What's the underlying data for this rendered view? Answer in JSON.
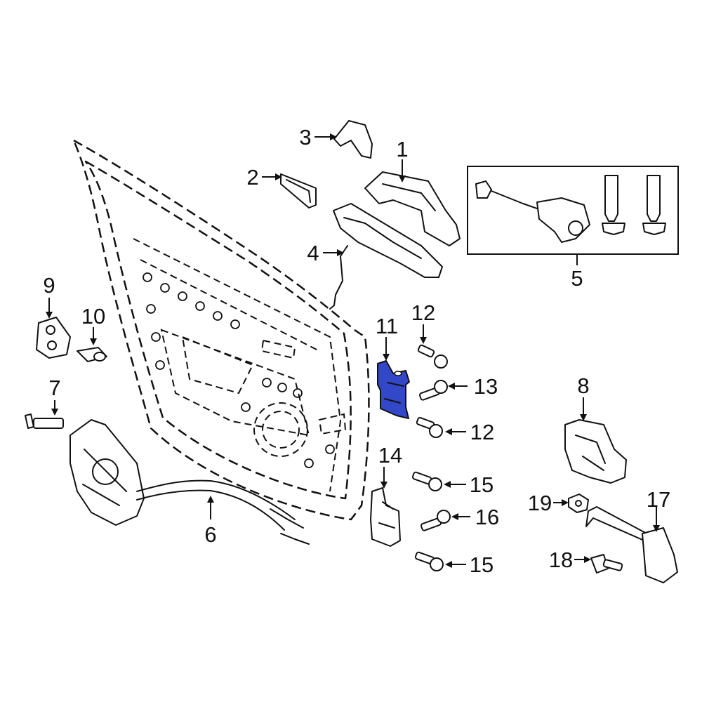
{
  "colors": {
    "highlight": "#3248c9",
    "line": "#111111",
    "background": "#ffffff"
  },
  "callouts": {
    "c1": "1",
    "c2": "2",
    "c3": "3",
    "c4": "4",
    "c5": "5",
    "c6": "6",
    "c7": "7",
    "c8": "8",
    "c9": "9",
    "c10": "10",
    "c11": "11",
    "c12a": "12",
    "c12b": "12",
    "c13": "13",
    "c14": "14",
    "c15a": "15",
    "c15b": "15",
    "c16": "16",
    "c17": "17",
    "c18": "18",
    "c19": "19"
  }
}
